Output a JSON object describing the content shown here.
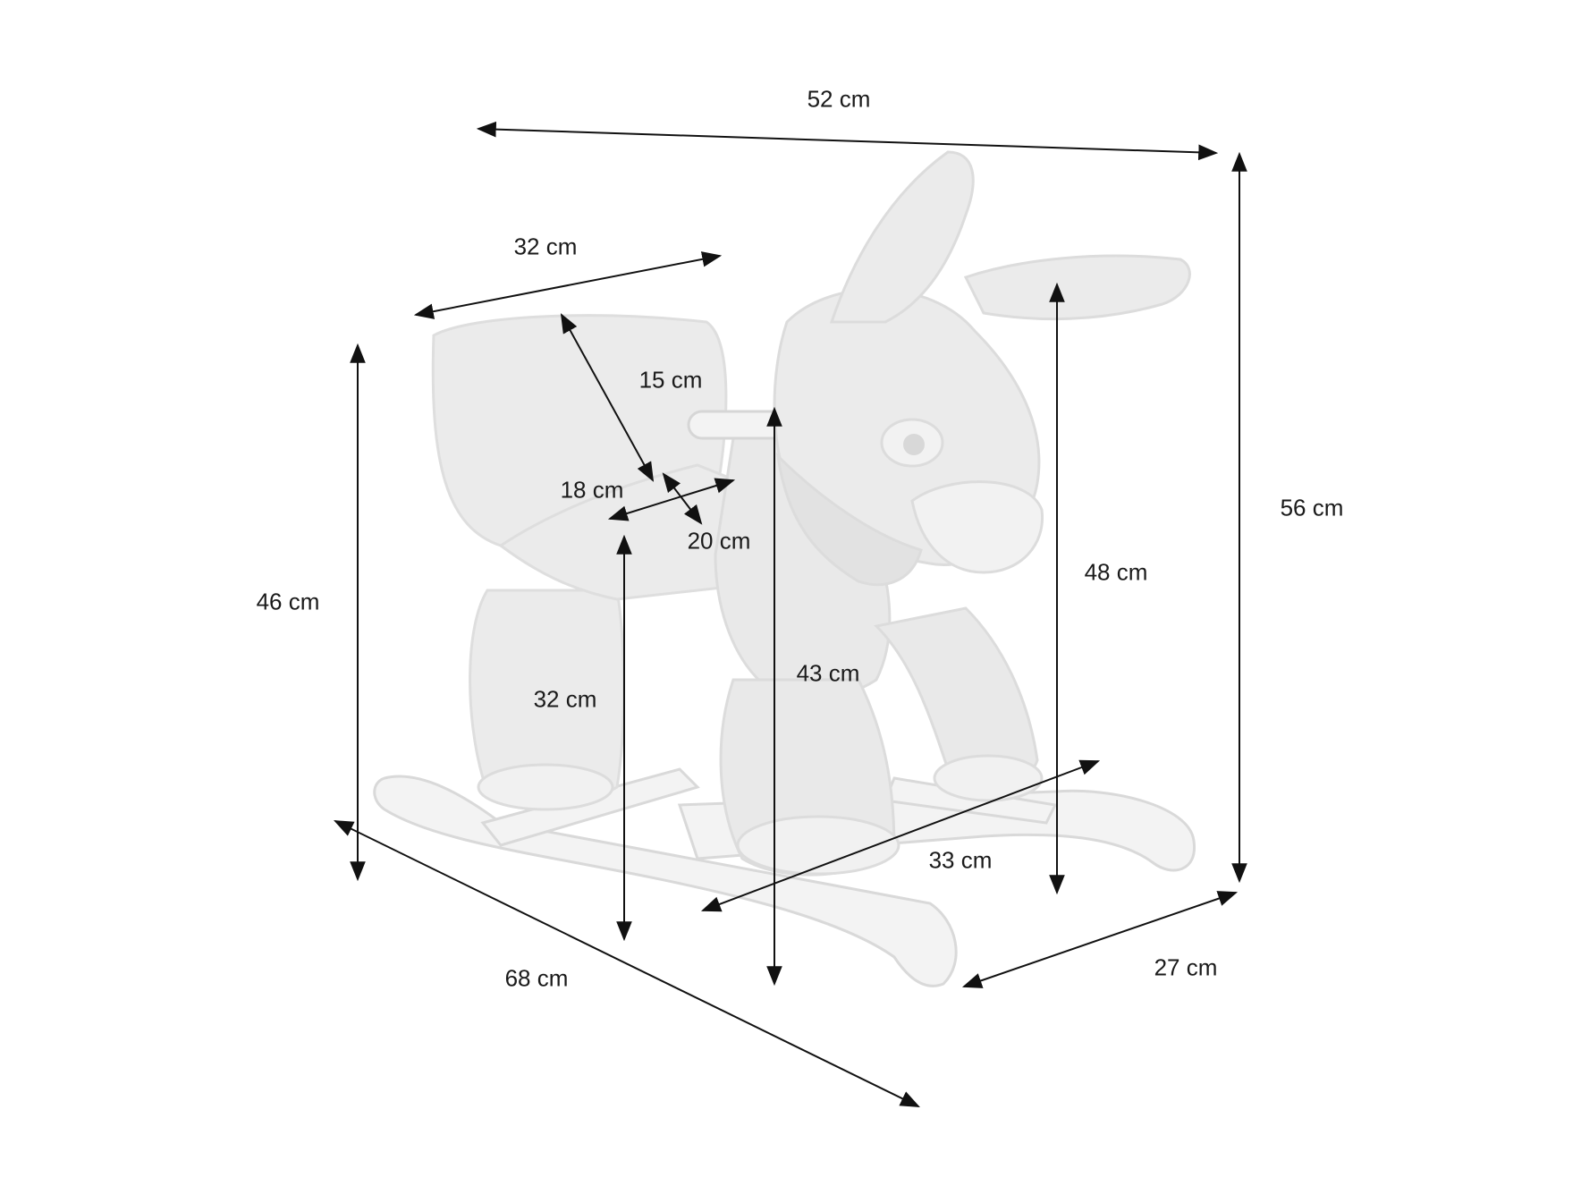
{
  "diagram": {
    "product_figure": "rocking-donkey",
    "colors": {
      "line": "#111111",
      "plush": "#ebebeb",
      "plush_shade": "#dcdcdc",
      "wood": "#f3f3f3",
      "wood_edge": "#d4d4d4"
    },
    "dimensions": {
      "top_width": "52 cm",
      "seat_width": "32 cm",
      "backrest_height": "15 cm",
      "seat_depth": "18 cm",
      "seat_gap": "20 cm",
      "seat_height": "32 cm",
      "handle_height": "43 cm",
      "head_height": "48 cm",
      "total_height": "56 cm",
      "left_height": "46 cm",
      "base_length": "68 cm",
      "base_width": "27 cm",
      "rocker_depth": "33 cm"
    }
  }
}
